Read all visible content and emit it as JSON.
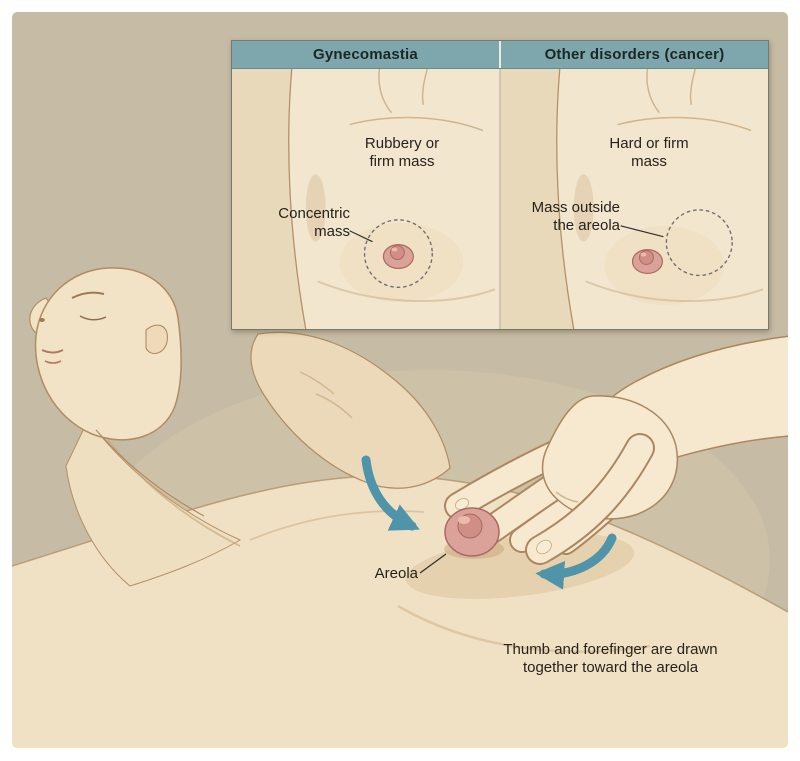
{
  "inset": {
    "columns": [
      {
        "header": "Gynecomastia",
        "mass_label": "Rubbery or\nfirm mass",
        "location_label": "Concentric\nmass"
      },
      {
        "header": "Other disorders (cancer)",
        "mass_label": "Hard or firm\nmass",
        "location_label": "Mass outside\nthe areola"
      }
    ]
  },
  "main": {
    "areola_label": "Areola",
    "caption": "Thumb and forefinger are drawn\ntogether toward the areola"
  },
  "colors": {
    "background_tan": "#c6bba4",
    "panel_cream": "#f1ead9",
    "header_teal": "#7da7ac",
    "arrow_blue": "#4f94a9",
    "skin_light": "#f2e3c6",
    "areola_pink": "#dba29a",
    "dotted_circle_gray": "#6f6f6f",
    "outline_brown": "#b08c63",
    "text": "#26221b"
  }
}
